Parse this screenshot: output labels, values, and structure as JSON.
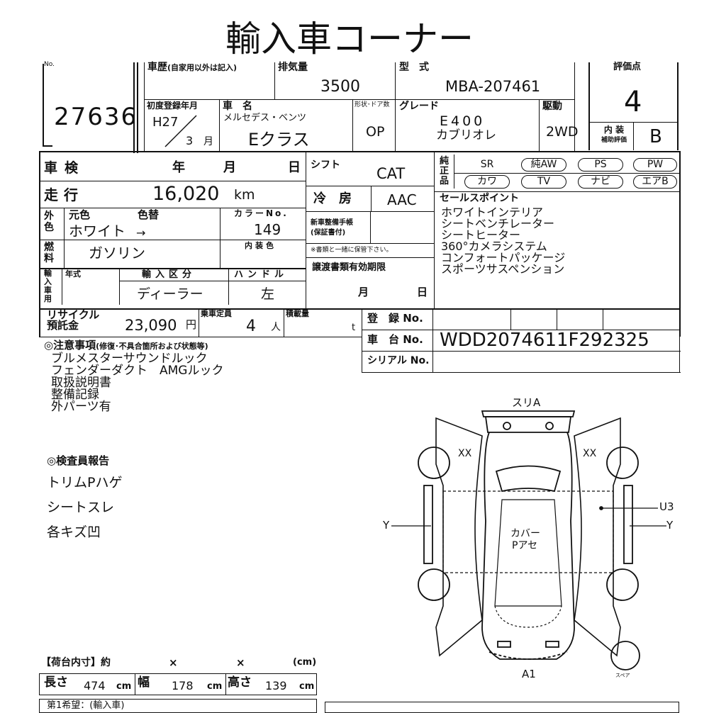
{
  "title": "輸入車コーナー",
  "lot": {
    "label": "No.",
    "number": "27636"
  },
  "history": {
    "label": "車歴",
    "note": "(自家用以外は記入)"
  },
  "displacement": {
    "label": "排気量",
    "value": "3500"
  },
  "model_code": {
    "label": "型　式",
    "value": "MBA-207461"
  },
  "score": {
    "label": "評価点",
    "value": "4"
  },
  "first_reg": {
    "label": "初度登録年月",
    "year": "H27",
    "month": "3",
    "month_unit": "月"
  },
  "car_name": {
    "label": "車　名",
    "maker": "メルセデス・ベンツ",
    "model": "Eクラス"
  },
  "body": {
    "label": "形状･ドア数",
    "value": "OP"
  },
  "grade": {
    "label": "グレード",
    "line1": "E400",
    "line2": "カブリオレ"
  },
  "drive": {
    "label": "駆動",
    "value": "2WD"
  },
  "interior": {
    "label1": "内 装",
    "label2": "補助評価",
    "value": "B"
  },
  "inspection": {
    "label": "車検",
    "year": "年",
    "month": "月",
    "day": "日"
  },
  "shift": {
    "label": "シフト",
    "value": "CAT"
  },
  "genuine": {
    "label": "純正品",
    "options": [
      "SR",
      "純AW",
      "PS",
      "PW",
      "カワ",
      "TV",
      "ナビ",
      "エアB"
    ]
  },
  "mileage": {
    "label": "走行",
    "value": "16,020",
    "unit": "km"
  },
  "ac": {
    "label": "冷　房",
    "value": "AAC"
  },
  "color": {
    "side_label": "外色",
    "orig_label": "元色",
    "change_label": "色替",
    "orig": "ホワイト",
    "arrow": "→",
    "code_label": "カラーNo.",
    "code": "149",
    "interior_label": "内装色"
  },
  "maintenance": {
    "label1": "新車整備手帳",
    "label2": "(保証書付)",
    "note": "※書類と一緒に保管下さい。"
  },
  "fuel": {
    "label": "燃料",
    "value": "ガソリン"
  },
  "import": {
    "side_label": "輸入車用",
    "year_label": "年式",
    "type_label": "輸入区分",
    "type_value": "ディーラー",
    "handle_label": "ハンドル",
    "handle_value": "左"
  },
  "transfer": {
    "label": "譲渡書類有効期限",
    "month": "月",
    "day": "日"
  },
  "sales_points": {
    "label": "セールスポイント",
    "items": [
      "ホワイトインテリア",
      "シートベンチレーター",
      "シートヒーター",
      "360°カメラシステム",
      "コンフォートパッケージ",
      "スポーツサスペンション"
    ]
  },
  "recycle": {
    "label1": "リサイクル",
    "label2": "預託金",
    "value": "23,090",
    "unit": "円"
  },
  "capacity": {
    "label": "乗車定員",
    "value": "4",
    "unit": "人"
  },
  "load": {
    "label": "積載量",
    "unit": "t"
  },
  "registration": {
    "reg_label": "登　録 No.",
    "chassis_label": "車　台 No.",
    "chassis_value": "WDD2074611F292325",
    "serial_label": "シリアル No."
  },
  "notes": {
    "label": "◎注意事項",
    "sub": "(修復･不具合箇所および状態等)",
    "items": [
      "ブルメスターサウンドルック",
      "フェンダーダクト　AMGルック",
      "取扱説明書",
      "整備記録",
      "外パーツ有"
    ]
  },
  "inspector": {
    "label": "◎検査員報告",
    "items": [
      "トリムPハゲ",
      "シートスレ",
      "各キズ凹"
    ]
  },
  "diagram": {
    "top": "スリA",
    "xx_left": "XX",
    "xx_right": "XX",
    "y_left": "Y",
    "y_right": "Y",
    "u3": "U3",
    "center1": "カバー",
    "center2": "Pアセ",
    "bottom": "A1",
    "spare": "スペア"
  },
  "cargo": {
    "label": "【荷台内寸】約",
    "x1": "×",
    "x2": "×",
    "unit": "(cm)"
  },
  "dims": {
    "length_label": "長さ",
    "length": "474",
    "width_label": "幅",
    "width": "178",
    "height_label": "高さ",
    "height": "139",
    "unit": "cm"
  },
  "owner": {
    "label": "第1希望：(輸入車)"
  }
}
